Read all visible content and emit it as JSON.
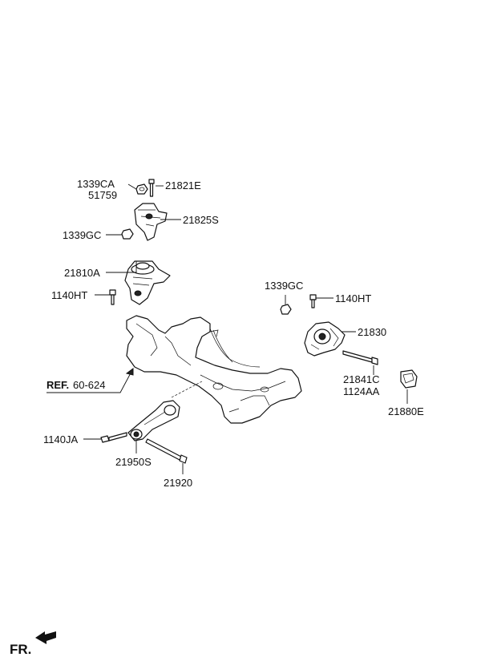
{
  "labels": {
    "p1339ca": "1339CA",
    "p51759": "51759",
    "p21821e": "21821E",
    "p21825s": "21825S",
    "p1339gc_left": "1339GC",
    "p21810a": "21810A",
    "p1140ht_left": "1140HT",
    "p1339gc_right": "1339GC",
    "p1140ht_right": "1140HT",
    "p21830": "21830",
    "p21841c": "21841C",
    "p1124aa": "1124AA",
    "p21880e": "21880E",
    "ref_prefix": "REF.",
    "ref_number": "60-624",
    "p1140ja": "1140JA",
    "p21950s": "21950S",
    "p21920": "21920"
  },
  "orientation": {
    "label": "FR.",
    "icon": "front-direction-arrow-icon"
  },
  "colors": {
    "ink": "#111111",
    "background": "#ffffff"
  }
}
